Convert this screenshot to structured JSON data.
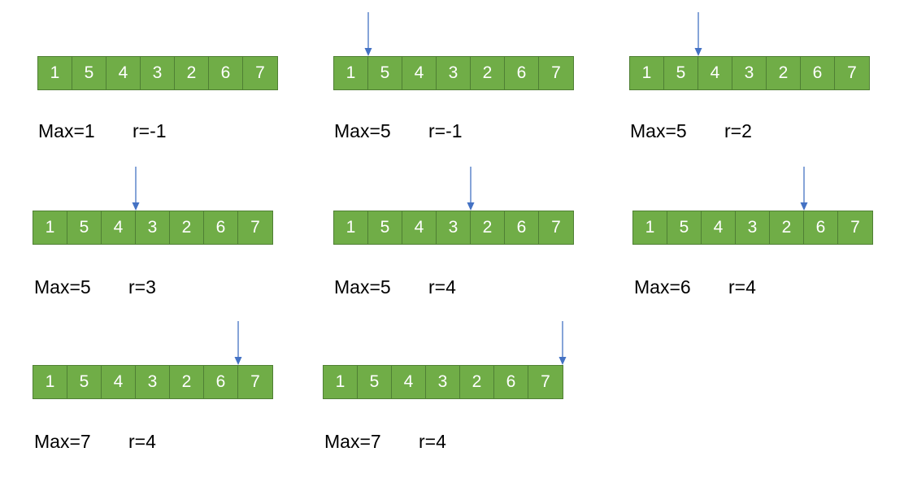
{
  "colors": {
    "cell_fill": "#70ad47",
    "cell_border": "#4f7f34",
    "cell_text": "#ffffff",
    "arrow": "#4472c4"
  },
  "steps": [
    {
      "array": [
        "1",
        "5",
        "4",
        "3",
        "2",
        "6",
        "7"
      ],
      "pointer": null,
      "max_label": "Max=1",
      "r_label": "r=-1"
    },
    {
      "array": [
        "1",
        "5",
        "4",
        "3",
        "2",
        "6",
        "7"
      ],
      "pointer": 1,
      "max_label": "Max=5",
      "r_label": "r=-1"
    },
    {
      "array": [
        "1",
        "5",
        "4",
        "3",
        "2",
        "6",
        "7"
      ],
      "pointer": 2,
      "max_label": "Max=5",
      "r_label": "r=2"
    },
    {
      "array": [
        "1",
        "5",
        "4",
        "3",
        "2",
        "6",
        "7"
      ],
      "pointer": 3,
      "max_label": "Max=5",
      "r_label": "r=3"
    },
    {
      "array": [
        "1",
        "5",
        "4",
        "3",
        "2",
        "6",
        "7"
      ],
      "pointer": 4,
      "max_label": "Max=5",
      "r_label": "r=4"
    },
    {
      "array": [
        "1",
        "5",
        "4",
        "3",
        "2",
        "6",
        "7"
      ],
      "pointer": 5,
      "max_label": "Max=6",
      "r_label": "r=4"
    },
    {
      "array": [
        "1",
        "5",
        "4",
        "3",
        "2",
        "6",
        "7"
      ],
      "pointer": 6,
      "max_label": "Max=7",
      "r_label": "r=4"
    },
    {
      "array": [
        "1",
        "5",
        "4",
        "3",
        "2",
        "6",
        "7"
      ],
      "pointer": 7,
      "max_label": "Max=7",
      "r_label": "r=4"
    }
  ]
}
